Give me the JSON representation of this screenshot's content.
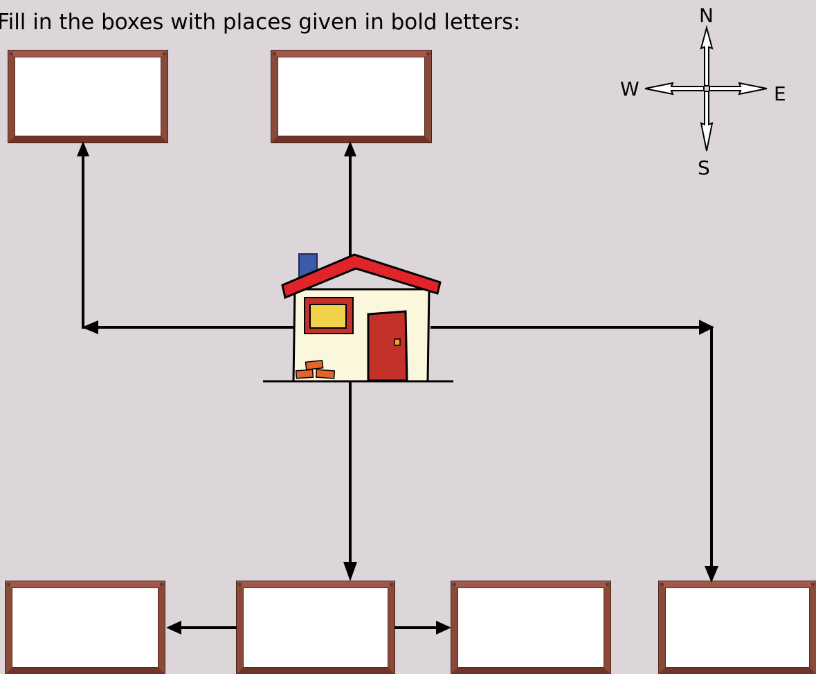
{
  "instruction": "Fill in the boxes with places given in bold letters:",
  "compass": {
    "north": "N",
    "south": "S",
    "east": "E",
    "west": "W"
  },
  "answer_boxes": [
    "",
    "",
    "",
    "",
    "",
    ""
  ],
  "colors": {
    "background": "#dcd5da",
    "frame": "#8a4a3a",
    "roof": "#e0242a",
    "wall": "#fbf7dc",
    "door": "#c4302a",
    "window": "#f2d24a",
    "chimney": "#3d5aa8",
    "bricks": "#e4642a"
  }
}
